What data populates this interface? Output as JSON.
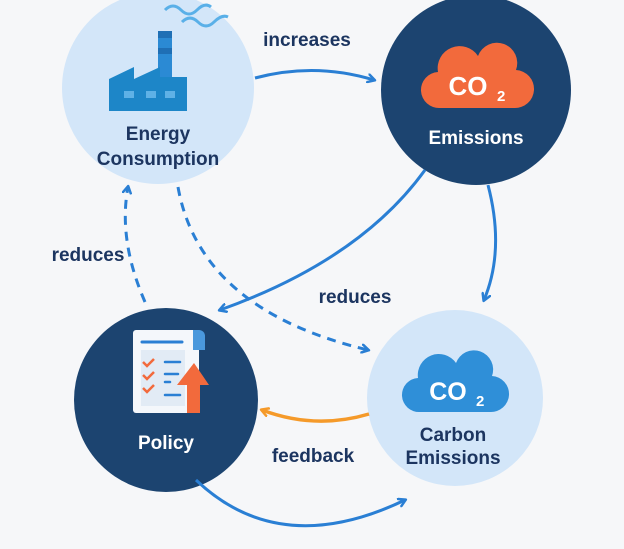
{
  "nodes": {
    "energy": {
      "line1": "Energy",
      "line2": "Consumption"
    },
    "emissions": {
      "label": "Emissions",
      "cloud_text": "CO",
      "cloud_sub": "2"
    },
    "policy": {
      "label": "Policy"
    },
    "carbon": {
      "line1": "Carbon",
      "line2": "Emissions",
      "cloud_text": "CO",
      "cloud_sub": "2"
    }
  },
  "edges": {
    "increases": "increases",
    "reduces_left": "reduces",
    "reduces_mid": "reduces",
    "feedback": "feedback"
  },
  "colors": {
    "light_circle": "#d3e6f9",
    "dark_circle": "#1c4470",
    "arrow": "#2a7fd4",
    "feedback_arrow": "#f59a2a",
    "orange_cloud": "#f26a3c",
    "blue_cloud": "#2f8fd8"
  }
}
